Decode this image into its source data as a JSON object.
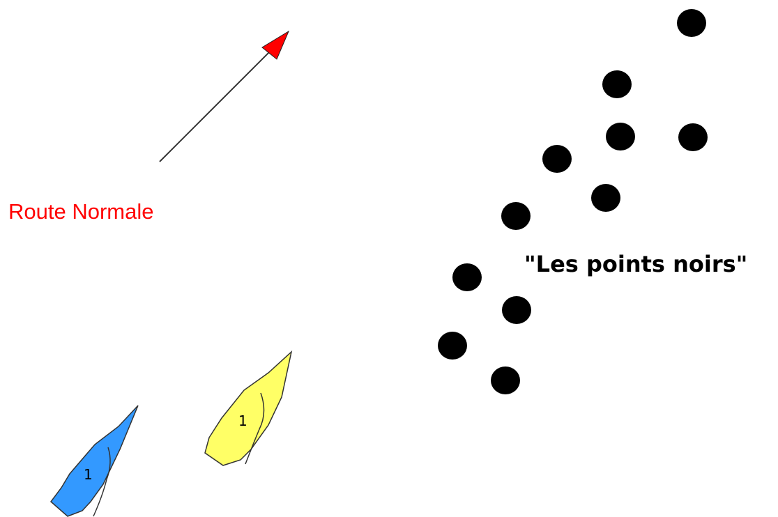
{
  "route": {
    "label": "Route Normale",
    "color": "#ff0000",
    "arrow_color": "#ff0000",
    "line_color": "#333333"
  },
  "rocks": {
    "label": "\"Les points noirs\"",
    "color": "#000000",
    "count": 11
  },
  "boats": [
    {
      "name": "blue-boat",
      "number": "1",
      "hull_color": "#3399ff"
    },
    {
      "name": "yellow-boat",
      "number": "1",
      "hull_color": "#ffff66"
    }
  ]
}
